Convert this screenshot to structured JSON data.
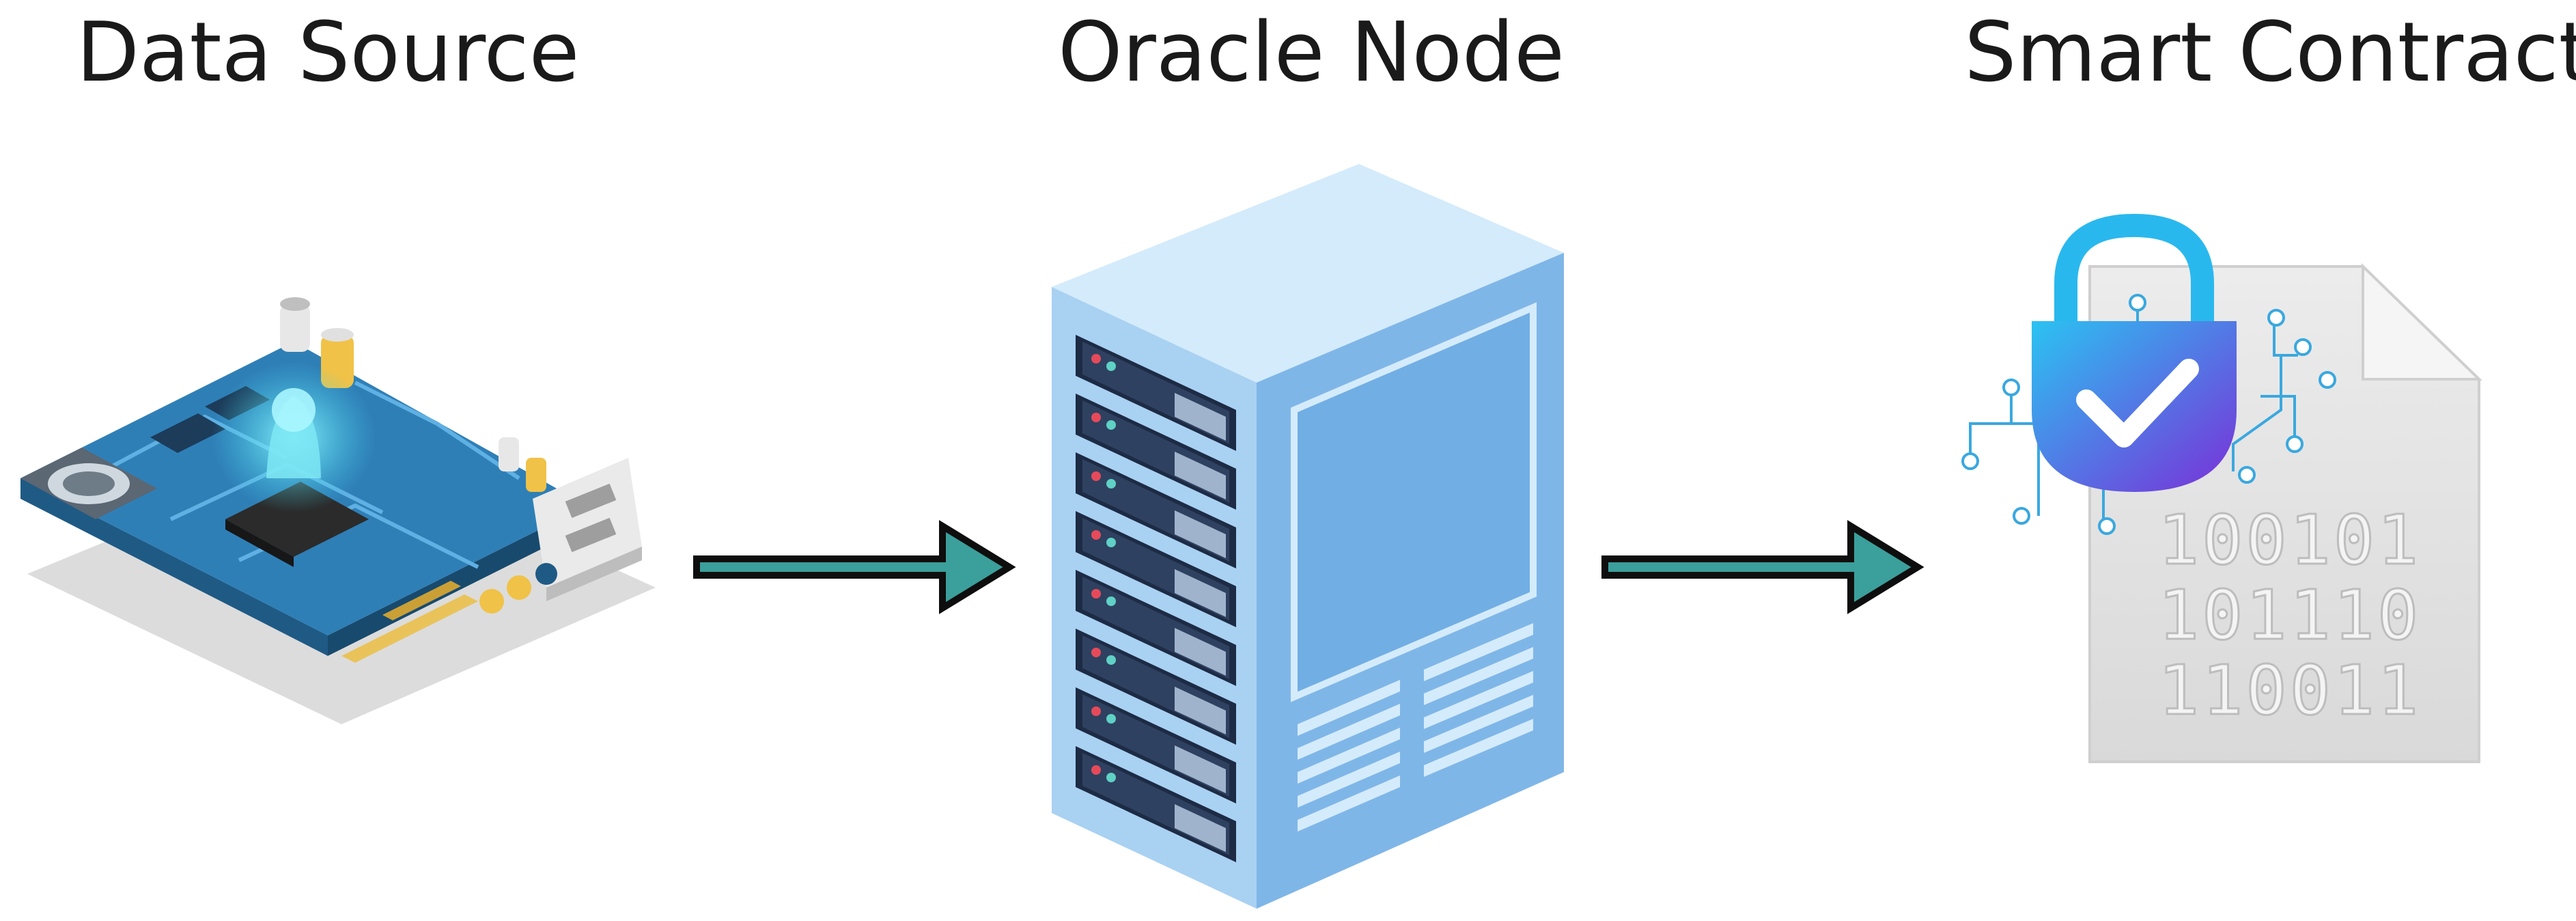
{
  "diagram": {
    "nodes": [
      {
        "id": "data-source",
        "label": "Data Source"
      },
      {
        "id": "oracle-node",
        "label": "Oracle Node"
      },
      {
        "id": "smart-contract",
        "label": "Smart Contract"
      }
    ],
    "edges": [
      {
        "from": "data-source",
        "to": "oracle-node"
      },
      {
        "from": "oracle-node",
        "to": "smart-contract"
      }
    ],
    "binary_lines": [
      "100101",
      "101110",
      "110011"
    ],
    "colors": {
      "arrow_fill": "#3b9f9b",
      "arrow_stroke": "#0e0e0e",
      "board": "#2f7fb7",
      "server_light": "#d3ebfb",
      "server_mid": "#7fb6e8",
      "lock_top": "#29b8ee",
      "lock_bottom": "#7b2fd6",
      "document": "#e3e3e3"
    }
  }
}
